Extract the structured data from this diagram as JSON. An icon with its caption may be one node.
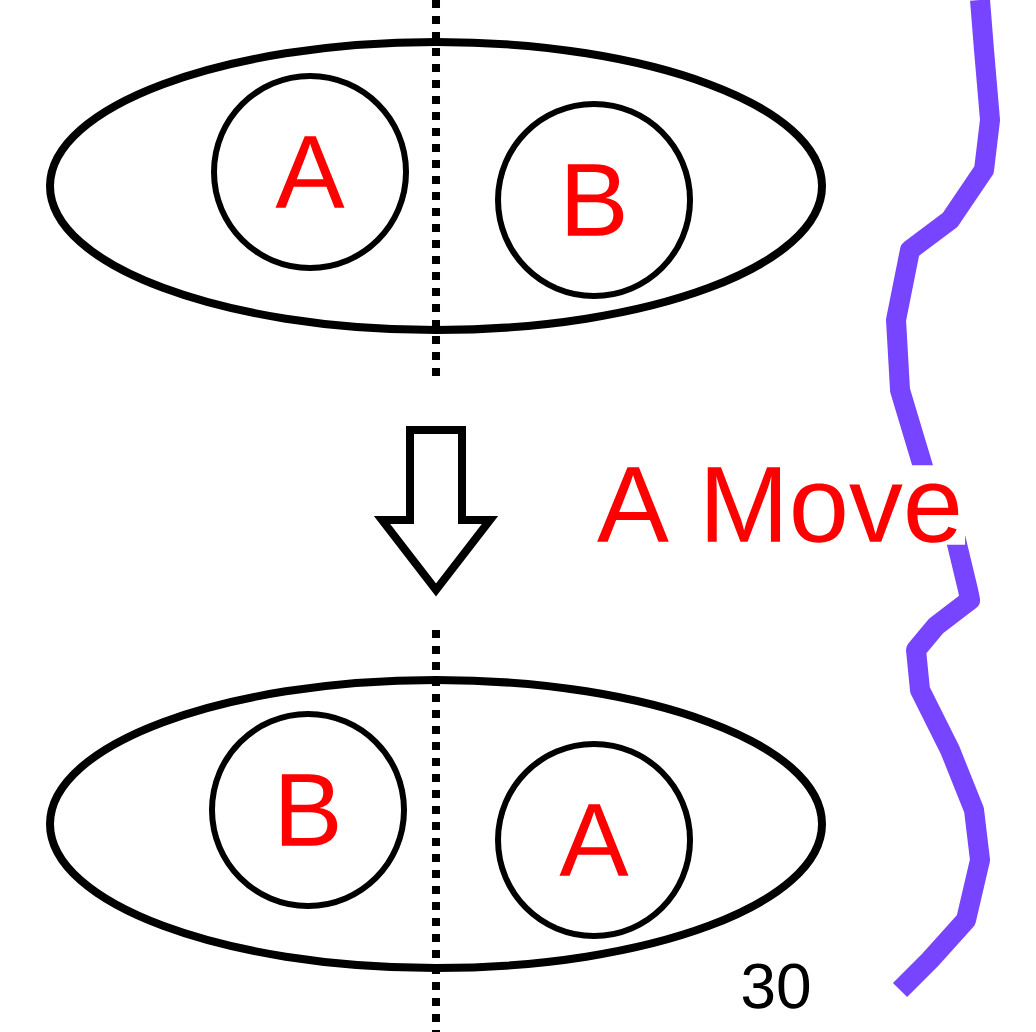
{
  "diagram": {
    "nodes": [
      {
        "text": [],
        "shape": "ellipse"
      },
      {
        "text": [
          "A"
        ],
        "in": 0
      },
      {
        "text": [
          "B"
        ],
        "in": 0
      },
      {
        "text": [],
        "shape": "ellipse"
      },
      {
        "text": [
          "B"
        ],
        "in": 3
      },
      {
        "text": [
          "A"
        ],
        "in": 3
      }
    ],
    "edges": [
      {
        "from": 0,
        "to": 3,
        "arrow": "to",
        "label": "A Move"
      }
    ],
    "labels": [
      "30"
    ]
  }
}
